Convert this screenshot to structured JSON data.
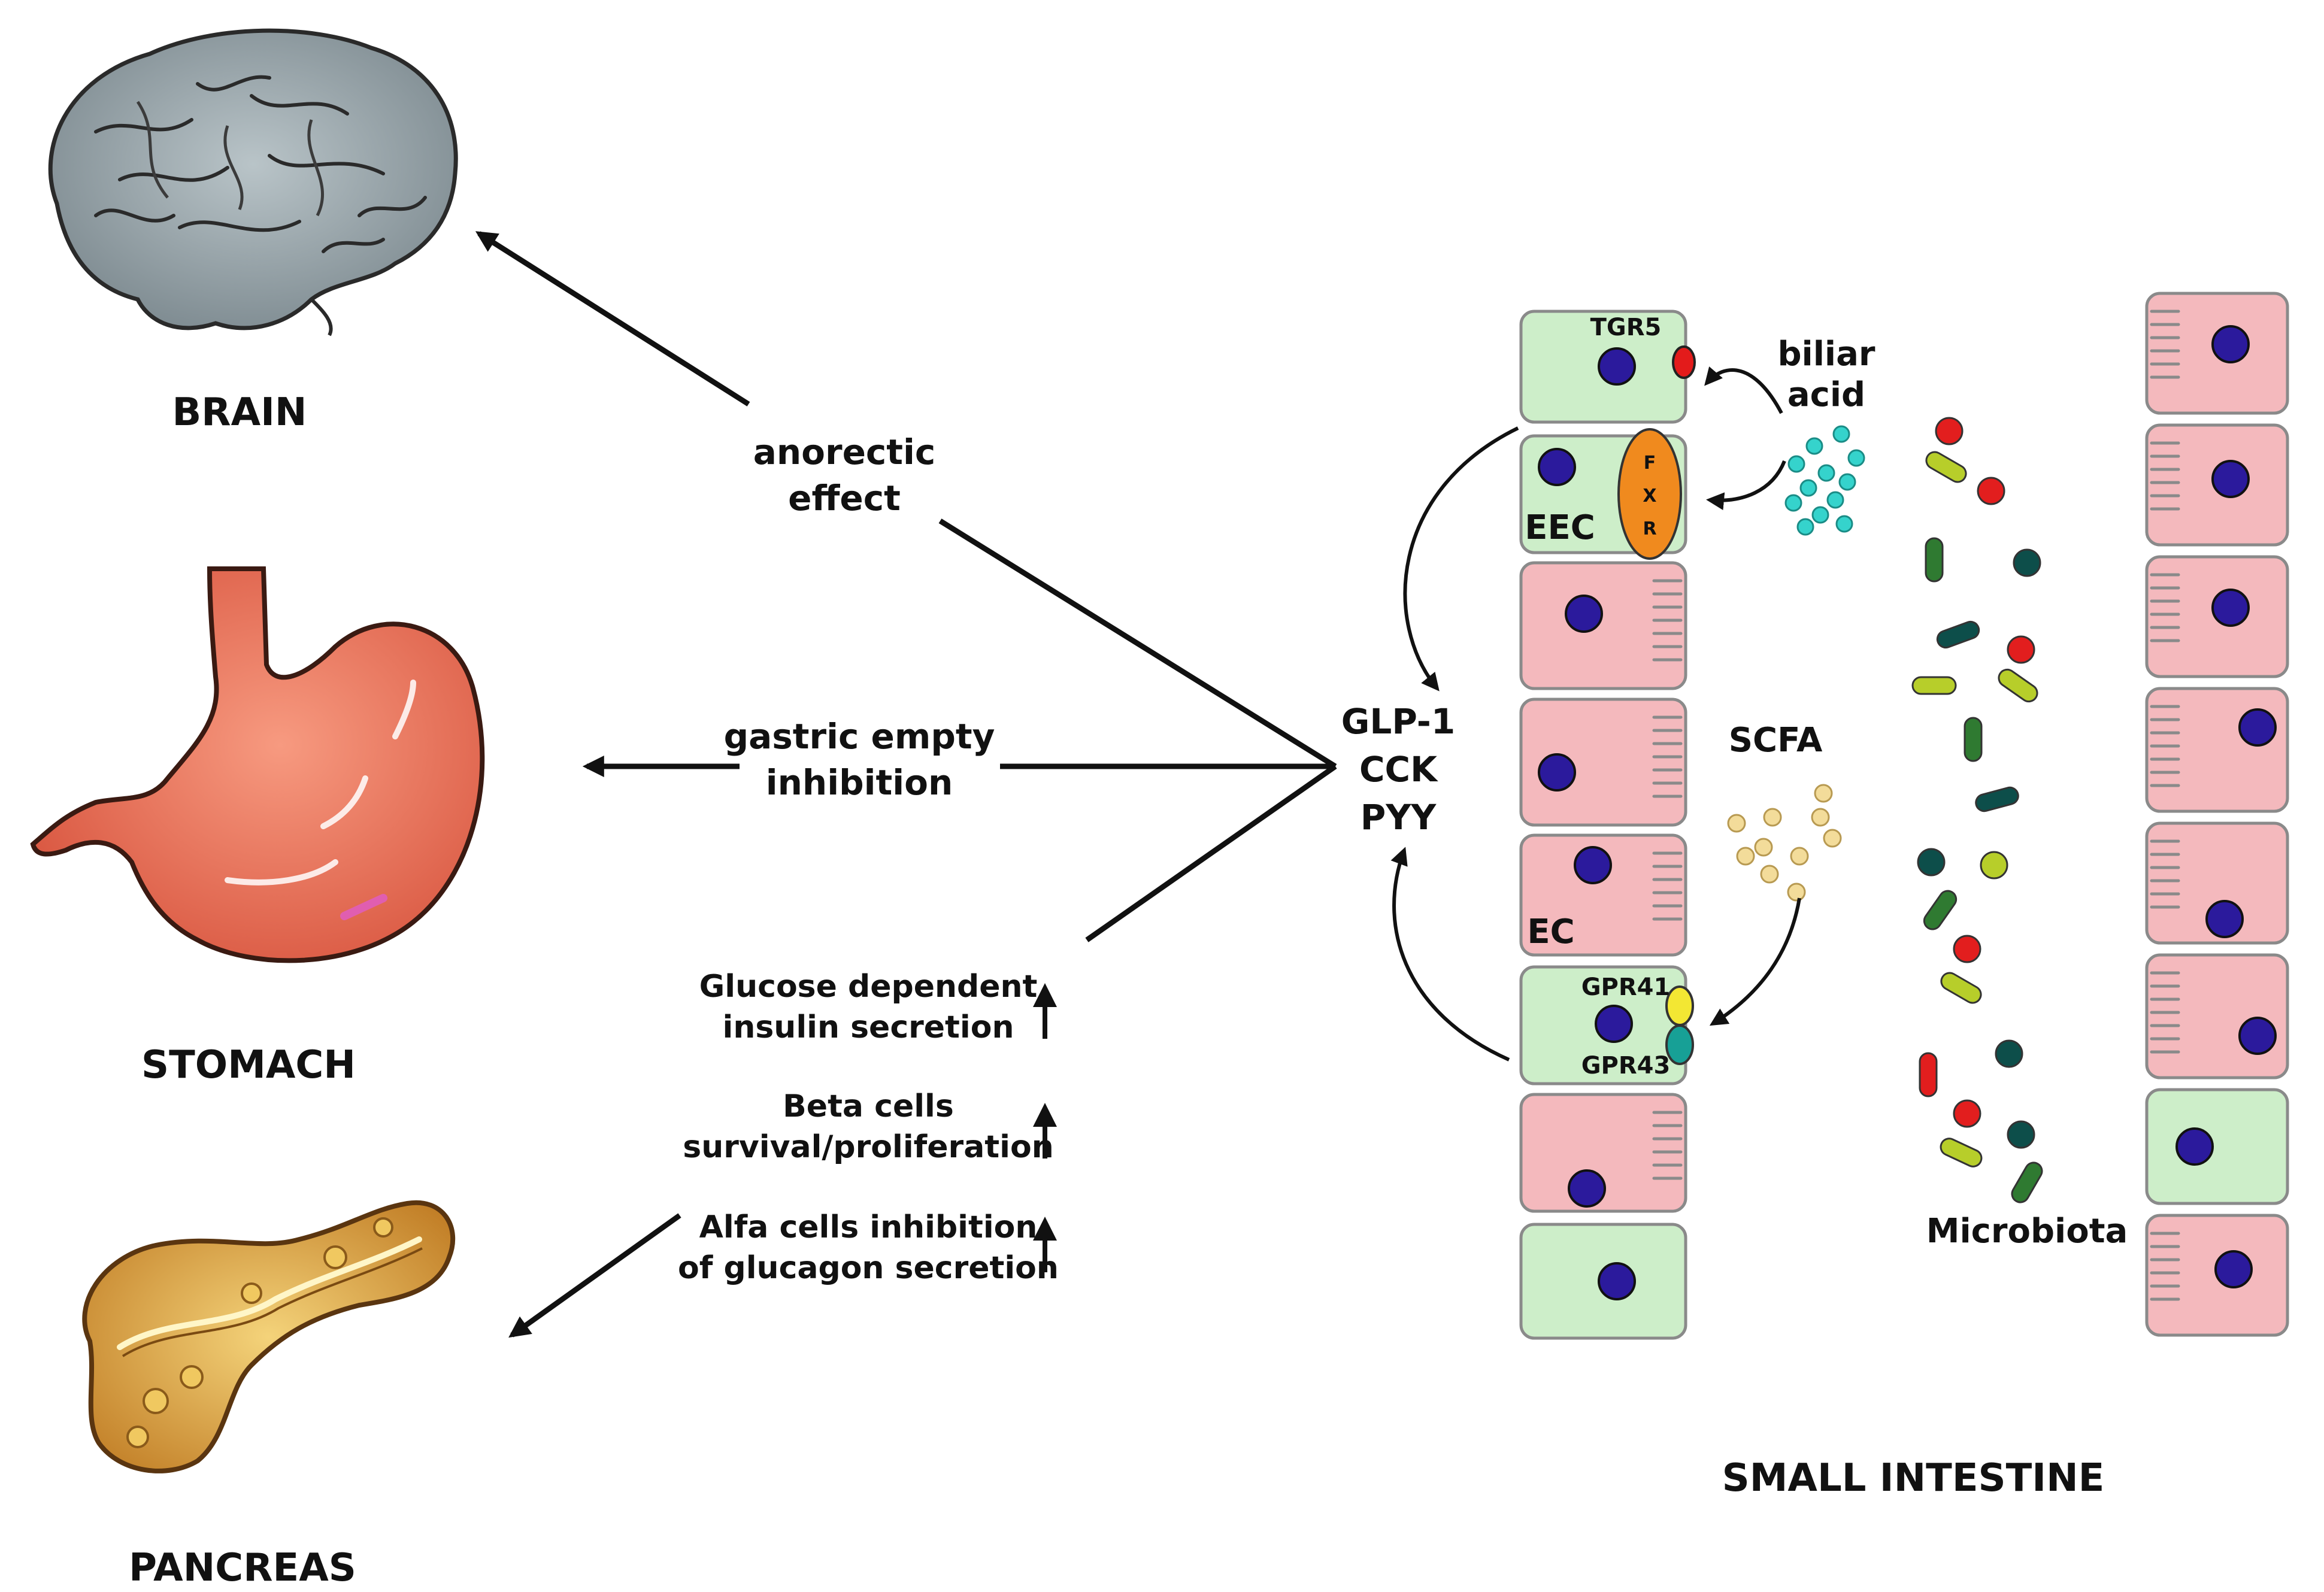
{
  "organs": {
    "brain": "BRAIN",
    "stomach": "STOMACH",
    "pancreas": "PANCREAS",
    "small_intestine": "SMALL INTESTINE"
  },
  "effects": {
    "anorectic_line1": "anorectic",
    "anorectic_line2": "effect",
    "gastric_line1": "gastric empty",
    "gastric_line2": "inhibition",
    "glucose_line1": "Glucose dependent",
    "glucose_line2": "insulin secretion",
    "beta_line1": "Beta cells",
    "beta_line2": "survival/proliferation",
    "alfa_line1": "Alfa cells inhibition",
    "alfa_line2": "of glucagon secretion"
  },
  "hormones": [
    "GLP-1",
    "CCK",
    "PYY"
  ],
  "cells": {
    "eec": "EEC",
    "ec": "EC",
    "tgr5": "TGR5",
    "fxr": [
      "F",
      "X",
      "R"
    ],
    "gpr41": "GPR41",
    "gpr43": "GPR43"
  },
  "stimuli": {
    "biliar_line1": "biliar",
    "biliar_line2": "acid",
    "scfa": "SCFA",
    "microbiota": "Microbiota"
  },
  "colors": {
    "enteroendocrine_cell": "#cdeec9",
    "enterocyte": "#f4b9bd",
    "cell_outline": "#8a8a8a",
    "nucleus": "#2b1a9c",
    "tgr5": "#e31b1b",
    "fxr": "#f08a1e",
    "gpr41": "#f3e733",
    "gpr43": "#17a096",
    "biliar_acid": "#35d3cc",
    "scfa": "#f3dc9a",
    "bacteria_red": "#e21e1e",
    "bacteria_lime": "#b7ce2a",
    "bacteria_dark_green": "#2f7a31",
    "bacteria_teal": "#0d4e4a"
  }
}
